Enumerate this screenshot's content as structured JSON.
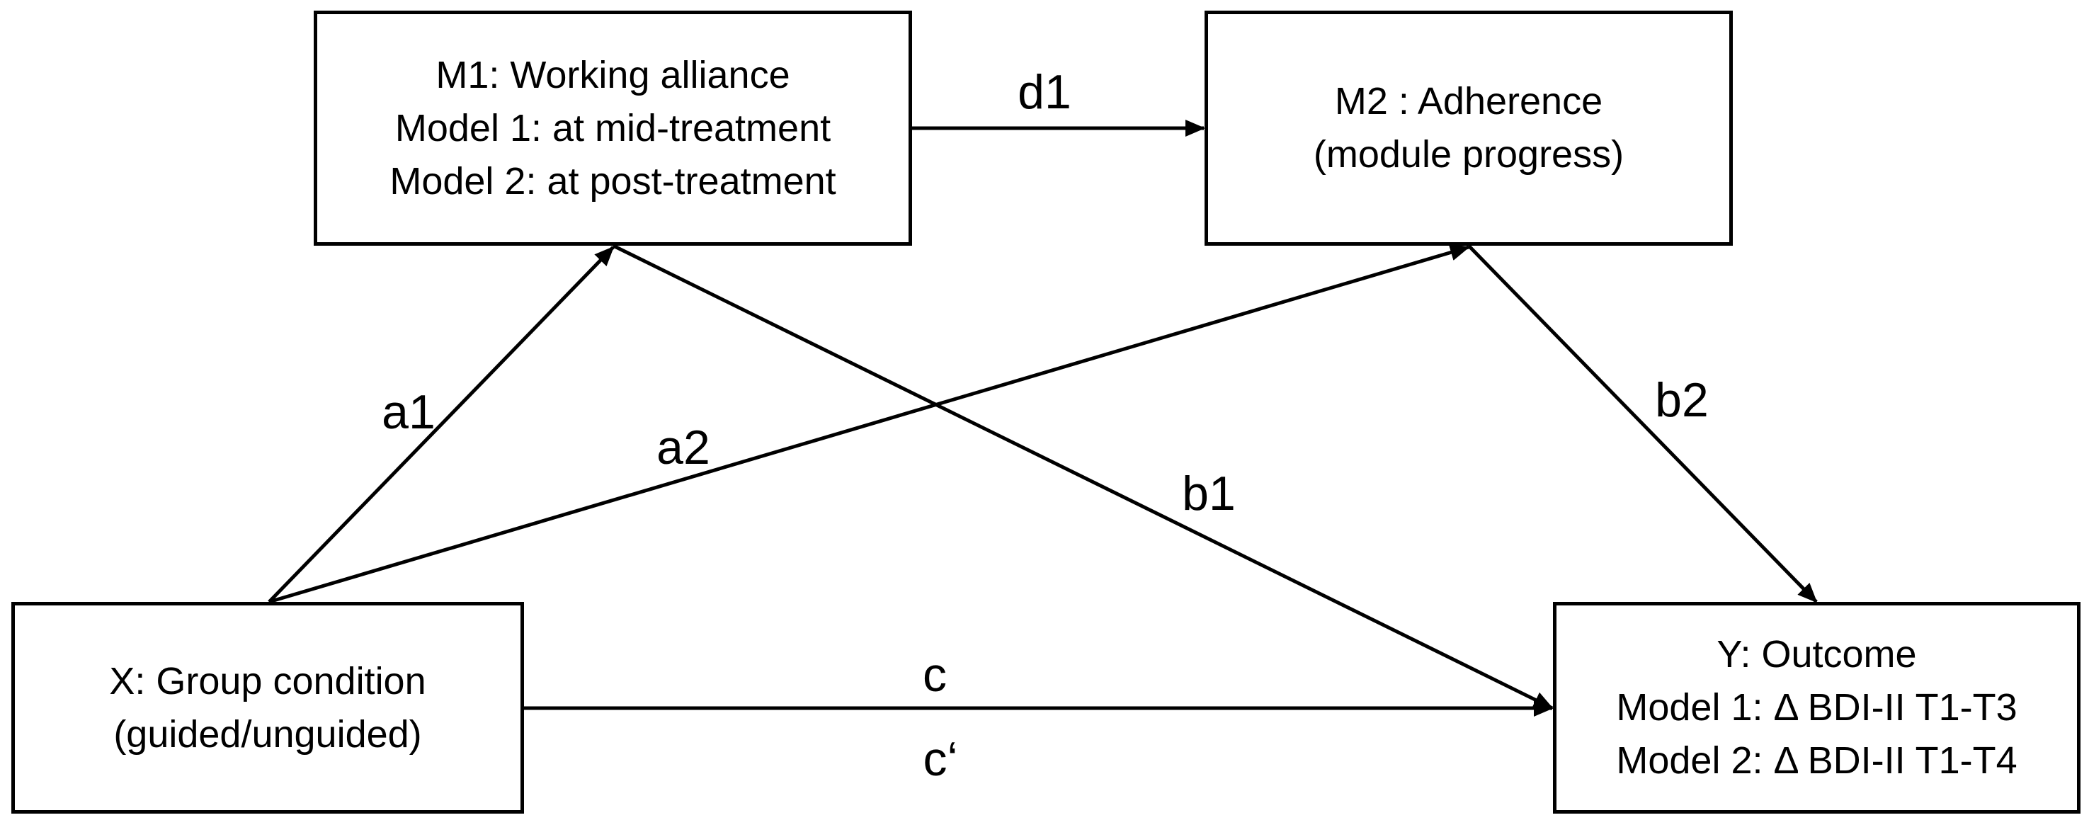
{
  "diagram": {
    "nodes": {
      "m1": {
        "lines": [
          "M1: Working alliance",
          "Model 1: at mid-treatment",
          "Model 2: at post-treatment"
        ]
      },
      "m2": {
        "lines": [
          "M2 : Adherence",
          "(module progress)"
        ]
      },
      "x": {
        "lines": [
          "X: Group condition",
          "(guided/unguided)"
        ]
      },
      "y": {
        "lines": [
          "Y: Outcome",
          "Model 1: Δ BDI-II T1-T3",
          "Model 2: Δ BDI-II T1-T4"
        ]
      }
    },
    "paths": {
      "d1": "d1",
      "a1": "a1",
      "a2": "a2",
      "b1": "b1",
      "b2": "b2",
      "c": "c",
      "c_prime": "c‘"
    },
    "colors": {
      "stroke": "#000000",
      "background": "#ffffff"
    }
  }
}
